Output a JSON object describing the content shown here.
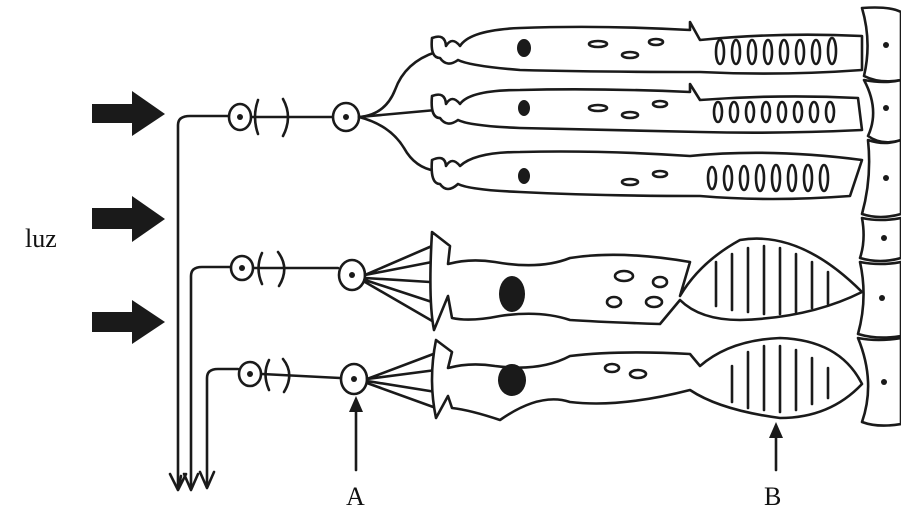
{
  "labels": {
    "light": "luz",
    "a": "A",
    "b": "B"
  },
  "colors": {
    "ink": "#1a1a1a",
    "background": "#ffffff"
  }
}
